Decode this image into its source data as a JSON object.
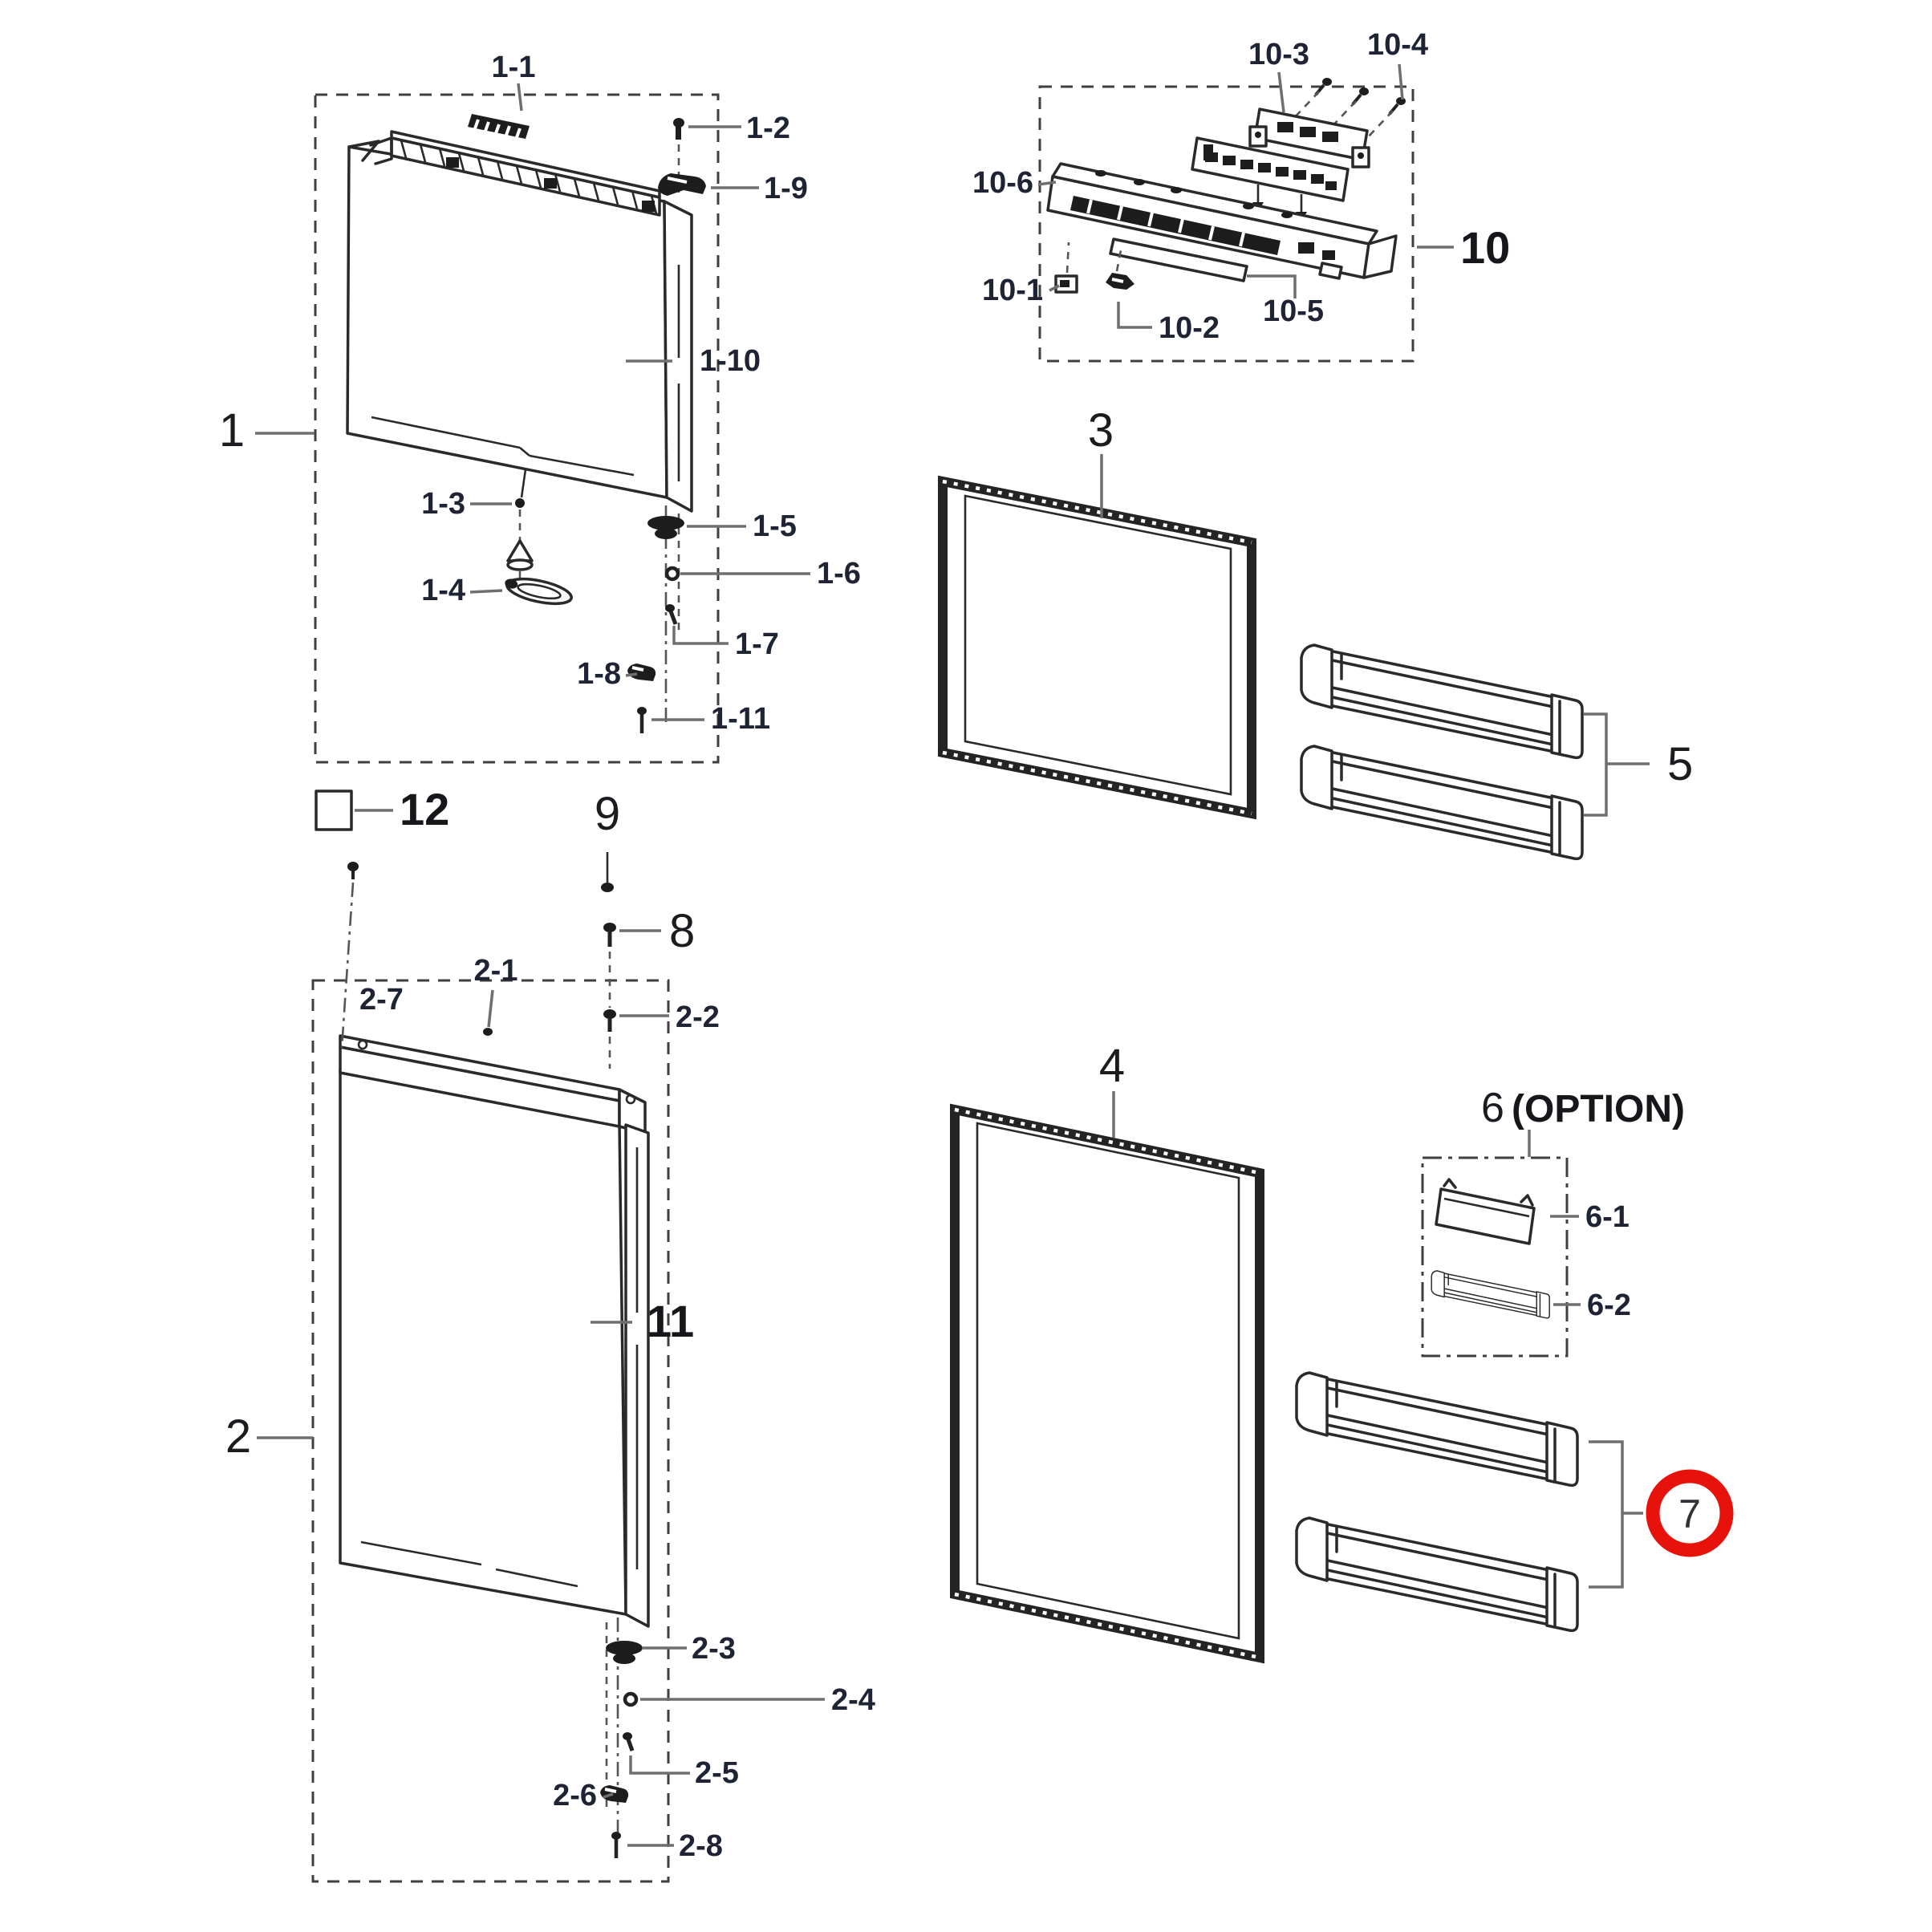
{
  "figure": {
    "type": "exploded-parts-diagram",
    "subject": "Refrigerator door assemblies parts diagram",
    "highlight": {
      "part": "7",
      "shape": "circle"
    }
  },
  "colors": {
    "highlight": "#e8120d",
    "line": "#2a2a2a",
    "leader": "#6f6f6f",
    "label_text": "#1e2433"
  },
  "labels": {
    "n1": "1",
    "n1_1": "1-1",
    "n1_2": "1-2",
    "n1_3": "1-3",
    "n1_4": "1-4",
    "n1_5": "1-5",
    "n1_6": "1-6",
    "n1_7": "1-7",
    "n1_8": "1-8",
    "n1_9": "1-9",
    "n1_10": "1-10",
    "n1_11": "1-11",
    "n2": "2",
    "n2_1": "2-1",
    "n2_2": "2-2",
    "n2_3": "2-3",
    "n2_4": "2-4",
    "n2_5": "2-5",
    "n2_6": "2-6",
    "n2_7": "2-7",
    "n2_8": "2-8",
    "n3": "3",
    "n4": "4",
    "n5": "5",
    "n6": "6",
    "n6_option": "(OPTION)",
    "n6_1": "6-1",
    "n6_2": "6-2",
    "n7": "7",
    "n8": "8",
    "n9": "9",
    "n10": "10",
    "n10_1": "10-1",
    "n10_2": "10-2",
    "n10_3": "10-3",
    "n10_4": "10-4",
    "n10_5": "10-5",
    "n10_6": "10-6",
    "n11": "11",
    "n12": "12"
  }
}
